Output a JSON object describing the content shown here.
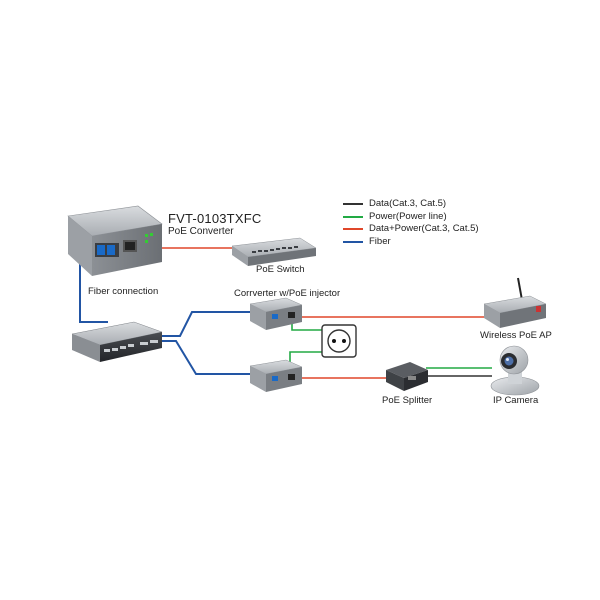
{
  "colors": {
    "data": "#333333",
    "power": "#22aa44",
    "data_power": "#e0472a",
    "fiber": "#2255a4"
  },
  "legend": {
    "items": [
      {
        "label": "Data(Cat.3, Cat.5)",
        "color": "#333333"
      },
      {
        "label": "Power(Power line)",
        "color": "#22aa44"
      },
      {
        "label": "Data+Power(Cat.3, Cat.5)",
        "color": "#e0472a"
      },
      {
        "label": "Fiber",
        "color": "#2255a4"
      }
    ]
  },
  "labels": {
    "model": "FVT-0103TXFC",
    "model_sub": "PoE Converter",
    "poe_switch": "PoE Switch",
    "fiber_connection": "Fiber connection",
    "converter_injector": "Corrverter w/PoE injector",
    "wireless_ap": "Wireless PoE AP",
    "poe_splitter": "PoE Splitter",
    "ip_camera": "IP Camera"
  }
}
